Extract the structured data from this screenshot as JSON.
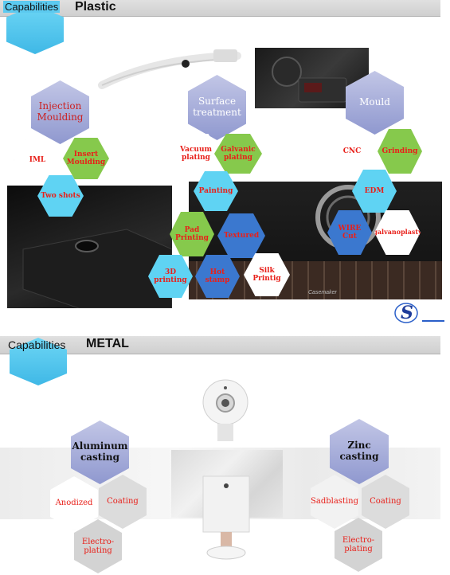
{
  "section1": {
    "tag": "Capabilities",
    "title": "Plastic",
    "hexes": {
      "injection": "Injection\nMoulding",
      "surface": "Surface\ntreatment",
      "mould": "Mould",
      "iml": "IML",
      "insert": "Insert\nMoulding",
      "two_shots": "Two shots",
      "vacuum": "Vacuum\nplating",
      "galvanic": "Galvanic\nplating",
      "painting": "Painting",
      "pad": "Pad\nPrinting",
      "textured": "Textured",
      "print3d": "3D\nprinting",
      "hot_stamp": "Hot\nstamp",
      "silk": "Silk\nPrintig",
      "cnc": "CNC",
      "grinding": "Grinding",
      "edm": "EDM",
      "wire": "WIRE\nCut",
      "galvanoplasty": "galvanoplasty"
    },
    "camera_caption": "Casemaker"
  },
  "logo_letters": "S",
  "section2": {
    "tag": "Capabilities",
    "title": "METAL",
    "hexes": {
      "aluminum": "Aluminum\ncasting",
      "anodized": "Anodized",
      "coating_left": "Coating",
      "electro_left": "Electro-\nplating",
      "zinc": "Zinc\ncasting",
      "sandblasting": "Sadblasting",
      "coating_right": "Coating",
      "electro_right": "Electro-\nplating"
    }
  },
  "colors": {
    "blue_gradient_top": "#b5bbe0",
    "blue_gradient_bottom": "#8f98cf",
    "green": "#86c94c",
    "cyan": "#5fd3f3",
    "blue": "#3b78cf",
    "label_red": "#e8201a",
    "header_gray": "#d6d6d6"
  }
}
